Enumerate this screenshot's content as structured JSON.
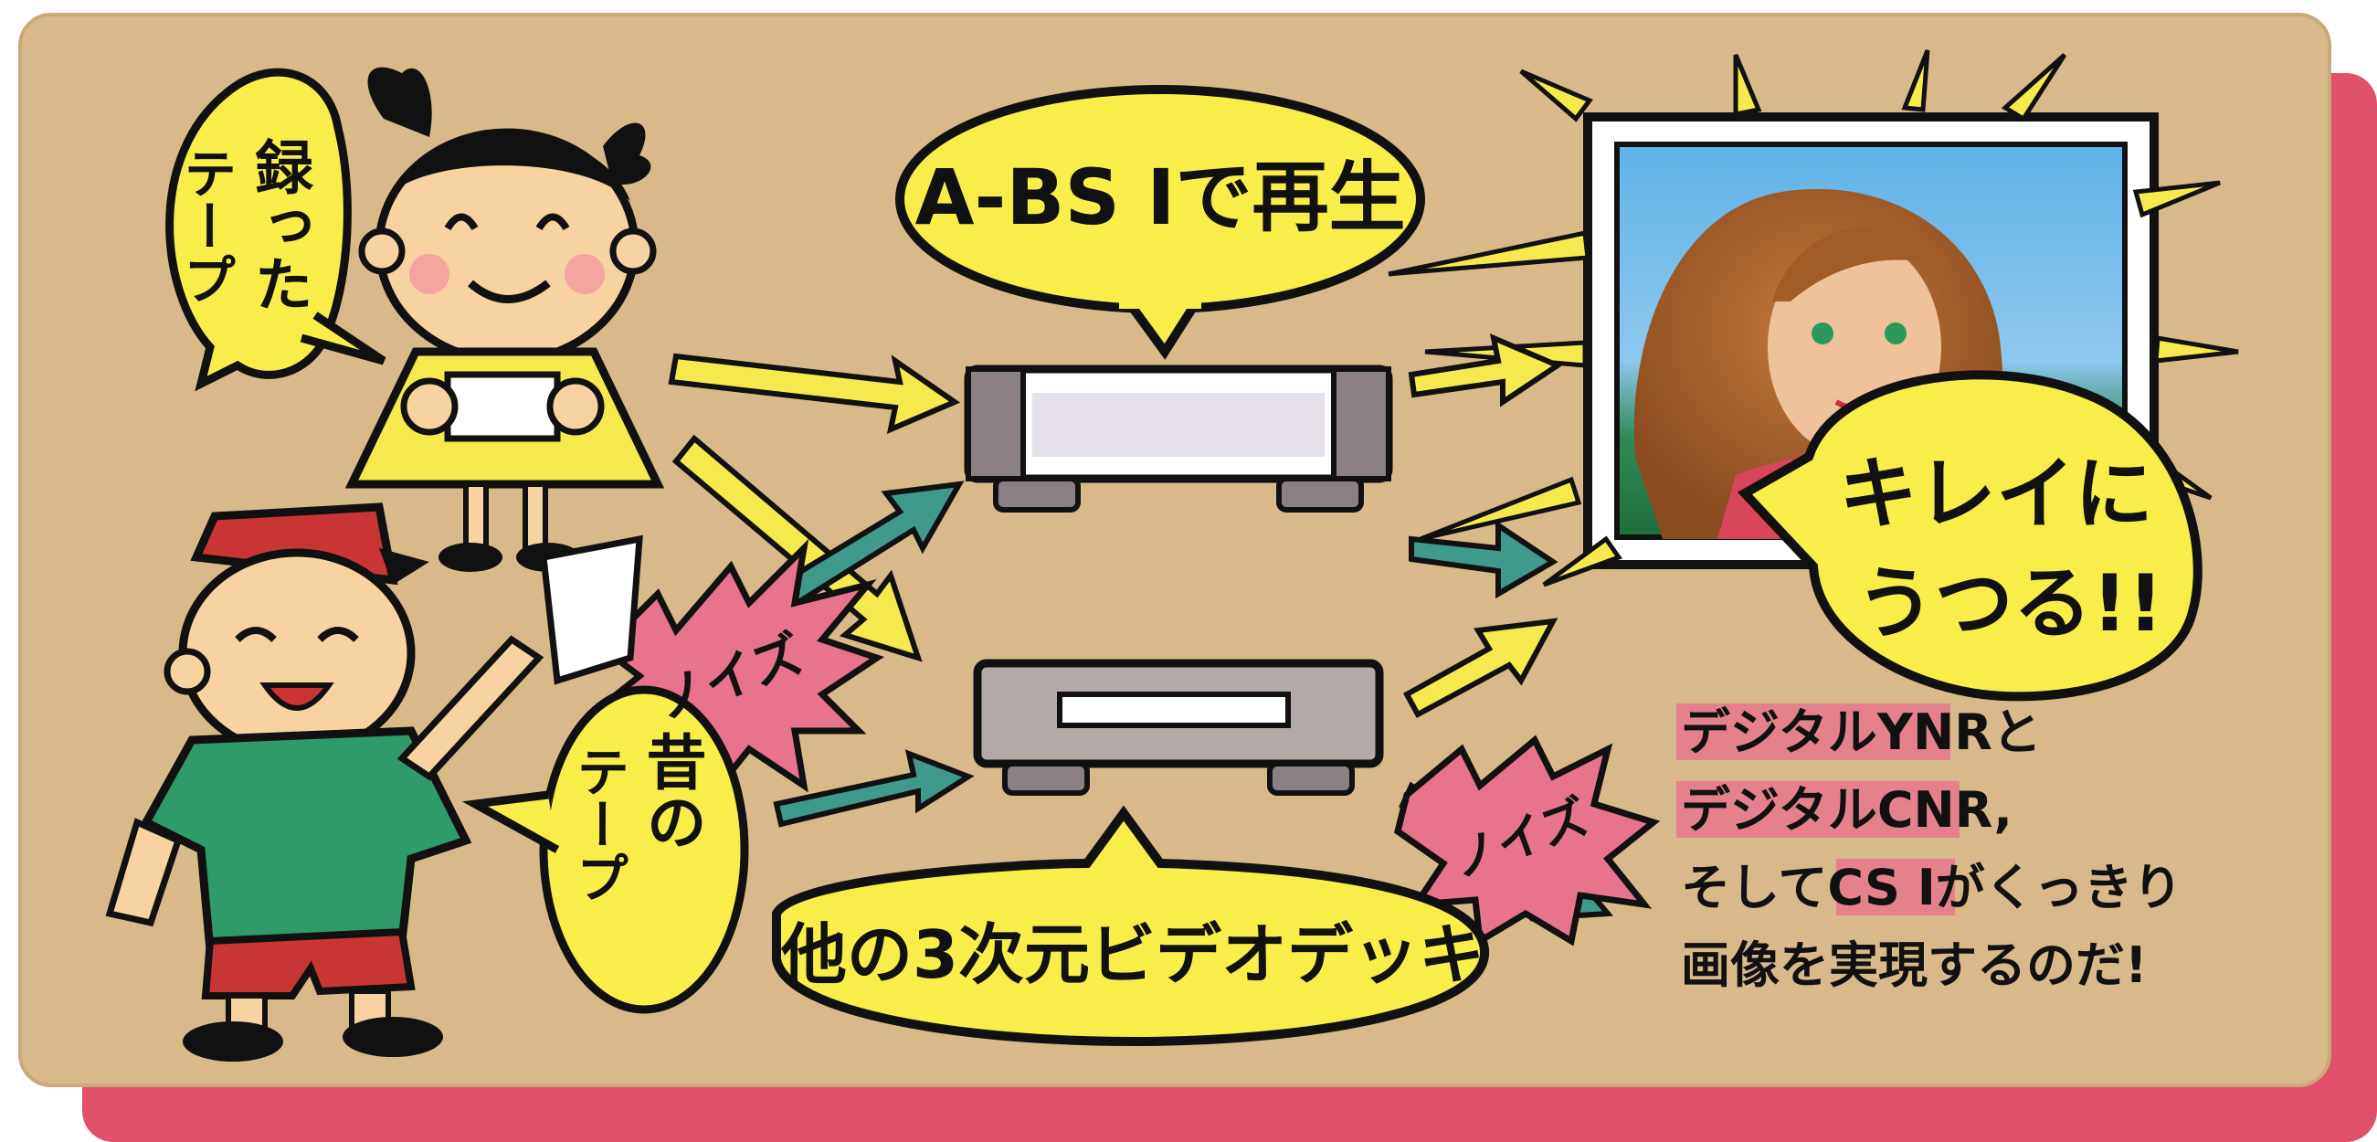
{
  "bubbles": {
    "girl_line1": "録った",
    "girl_line2": "テープ",
    "top_center": "A-BS Iで再生",
    "boy_line1": "昔の",
    "boy_line2": "テープ",
    "bottom_center": "他の3次元ビデオデッキ",
    "tv": "キレイにうつる!!"
  },
  "noise": {
    "left": "ノイズ",
    "right": "ノイズ"
  },
  "caption": {
    "line1": "デジタルYNRと",
    "line2": "デジタルCNR,",
    "line3": "そしてCS Iがくっきり",
    "line4": "画像を実現するのだ!"
  },
  "colors": {
    "card": "#d8b98a",
    "shadow": "#e0506a",
    "bubble": "#f7ee4a",
    "arrow_yellow": "#f4ea4d",
    "arrow_teal": "#3f9a8c",
    "noise_pink": "#e8738d"
  },
  "icons": {
    "tv": "television-icon",
    "vcr": "video-deck-icon"
  }
}
